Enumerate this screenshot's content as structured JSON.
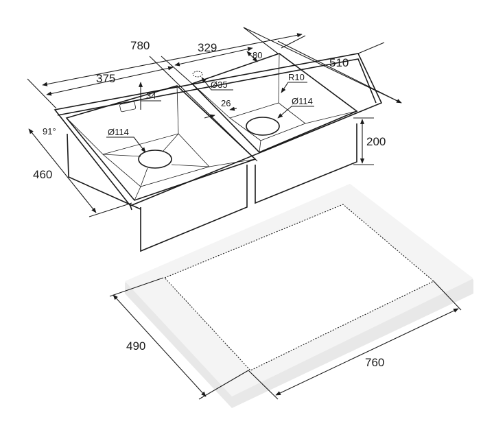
{
  "title": "Double bowl sink dimension drawing",
  "dimensions": {
    "overall_width": "780",
    "left_bowl_width": "375",
    "right_bowl_width": "329",
    "right_bowl_offset": "80",
    "overall_depth": "510",
    "bowl_depth_front": "460",
    "bowl_height": "200",
    "overflow_offset": "34",
    "divider_width": "26",
    "angle": "91°",
    "left_drain": "Ø114",
    "right_drain": "Ø114",
    "tap_hole": "Ø35",
    "corner_radius": "R10",
    "cutout_depth": "490",
    "cutout_width": "760"
  },
  "colors": {
    "line": "#1a1a1a",
    "slab_edge": "#e6e6e6"
  }
}
